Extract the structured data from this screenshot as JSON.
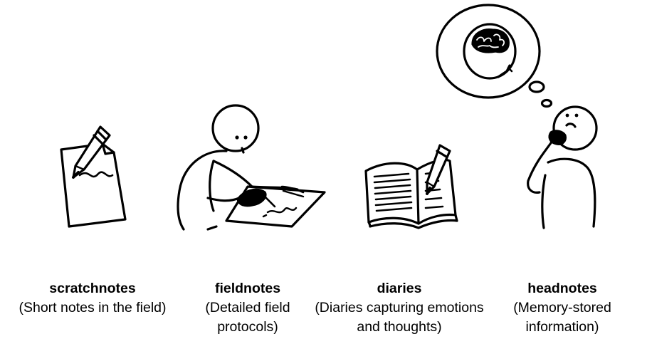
{
  "figure": {
    "items": [
      {
        "title": "scratchnotes",
        "desc": "(Short notes in the field)"
      },
      {
        "title": "fieldnotes",
        "desc": "(Detailed field protocols)"
      },
      {
        "title": "diaries",
        "desc": "(Diaries capturing emotions and thoughts)"
      },
      {
        "title": "headnotes",
        "desc": "(Memory-stored information)"
      }
    ]
  }
}
